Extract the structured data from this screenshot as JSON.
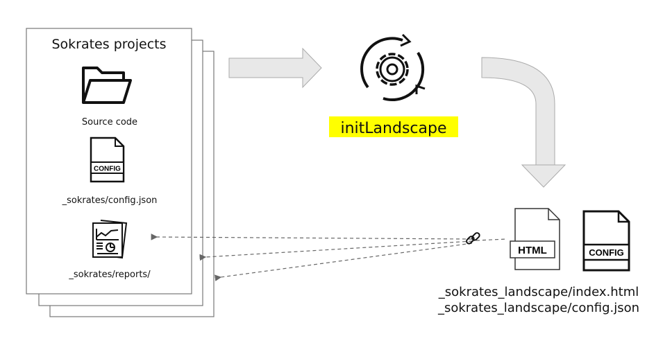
{
  "projects": {
    "title": "Sokrates projects",
    "source_label": "Source code",
    "config_label": "_sokrates/config.json",
    "reports_label": "_sokrates/reports/",
    "config_icon_text": "CONFIG"
  },
  "process": {
    "label": "initLandscape",
    "highlight_color": "#ffff00"
  },
  "output": {
    "html_icon_text": "HTML",
    "config_icon_text": "CONFIG",
    "index_label": "_sokrates_landscape/index.html",
    "config_label": "_sokrates_landscape/config.json"
  },
  "colors": {
    "arrow_fill": "#e8e8e8",
    "arrow_stroke": "#aaaaaa",
    "dashed": "#666666"
  }
}
